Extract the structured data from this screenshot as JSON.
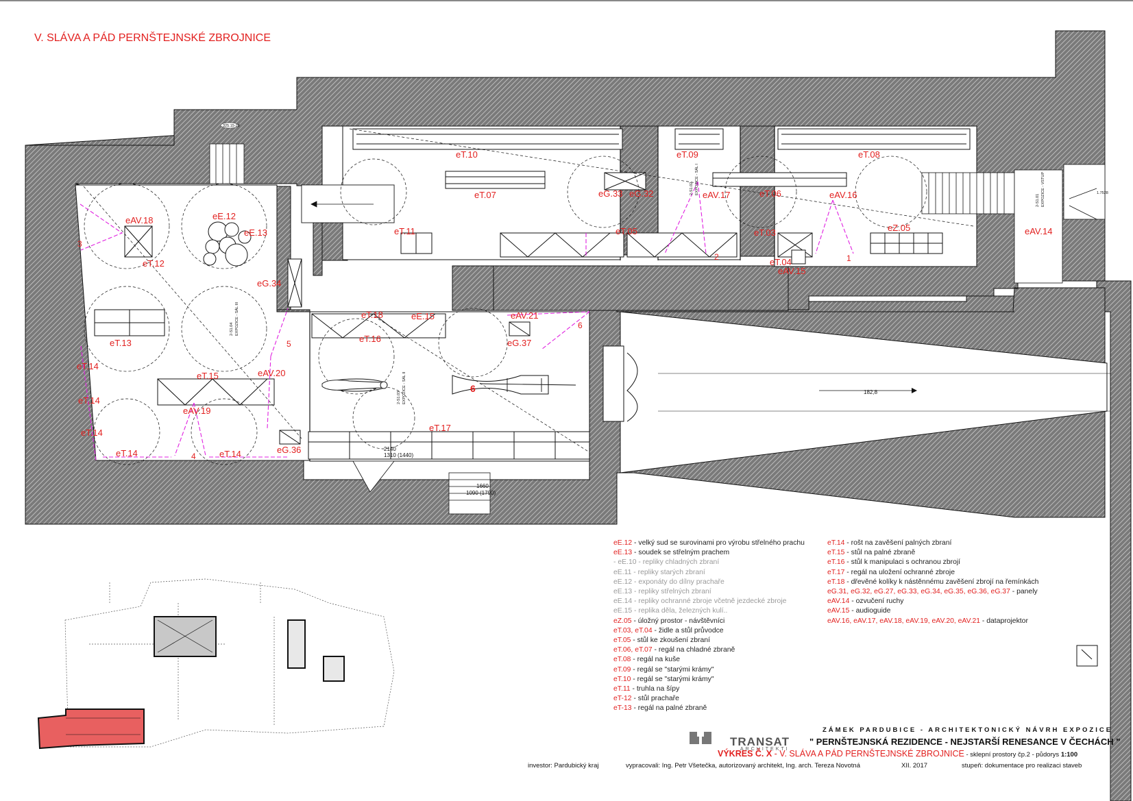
{
  "drawing_title": "V. SLÁVA A PÁD PERNŠTEJNSKÉ ZBROJNICE",
  "accent": "#e2201f",
  "wall_color": "#8a8a8a",
  "plan_labels": {
    "eT10": "eT.10",
    "eT09": "eT.09",
    "eT08": "eT.08",
    "eT07": "eT.07",
    "eG33": "eG.33",
    "eG32": "eG.32",
    "eAV17": "eAV.17",
    "eT06": "eT.06",
    "eAV16": "eAV.16",
    "eAV18": "eAV.18",
    "eE12": "eE.12",
    "eE13": "eE.13",
    "eT12": "eT.12",
    "eT11": "eT.11",
    "eT05": "eT.05",
    "eT03": "eT.03",
    "eZ05": "eZ.05",
    "eT04": "eT.04",
    "eAV15": "eAV.15",
    "eAV14": "eAV.14",
    "eG34": "eG.34",
    "eT18": "eT.18",
    "eE15": "eE.15",
    "eAV21": "eAV.21",
    "eT16": "eT.16",
    "eG37": "eG.37",
    "eT13": "eT.13",
    "eT14": "eT.14",
    "eT15": "eT.15",
    "eAV20": "eAV.20",
    "eAV19": "eAV.19",
    "eT17": "eT.17",
    "eG36": "eG.36",
    "n1": "1",
    "n2": "2",
    "n3": "3",
    "n4": "4",
    "n5": "5",
    "n6": "6",
    "n6b": "6"
  },
  "room_tags": {
    "sal1_code": "2-S1.02",
    "sal1_name": "EXPOZICE - SÁL I",
    "sal2_code": "2-S1.03",
    "sal2_name": "EXPOZICE - SÁL II",
    "sal3_code": "2-S1.04",
    "sal3_name": "EXPOZICE - SÁL III",
    "vstup_code": "2-S1.01",
    "vstup_name": "EXPOZICE - VSTUP",
    "tag_top": "325.15-20",
    "tag_right": "1.7528"
  },
  "dimensions": {
    "d1": "2140",
    "d2": "1310 (1440)",
    "d3": "1660",
    "d4": "1090 (1790)",
    "d5": "182,8"
  },
  "legend_left": [
    {
      "code": "eE.12",
      "desc": " - velký sud se surovinami pro výrobu střelného prachu",
      "muted": false
    },
    {
      "code": "eE.13",
      "desc": " - soudek se střelným prachem",
      "muted": false
    },
    {
      "code": " - eE.10",
      "desc": " - repliky chladných zbraní",
      "muted": true
    },
    {
      "code": "eE.11",
      "desc": " - repliky starých zbraní",
      "muted": true
    },
    {
      "code": "eE.12",
      "desc": " - exponáty do dílny prachaře",
      "muted": true
    },
    {
      "code": "eE.13",
      "desc": " - repliky střelných zbraní",
      "muted": true
    },
    {
      "code": "eE.14",
      "desc": " - repliky ochranné zbroje včetně jezdecké zbroje",
      "muted": true
    },
    {
      "code": "eE.15",
      "desc": " - replika děla, železných kulí..",
      "muted": true
    },
    {
      "code": "eZ.05",
      "desc": " - úložný prostor - návštěvníci",
      "muted": false
    },
    {
      "code": "eT.03, eT.04",
      "desc": " - židle a  stůl průvodce",
      "muted": false
    },
    {
      "code": "eT.05",
      "desc": " - stůl ke zkoušení zbraní",
      "muted": false
    },
    {
      "code": "eT.06, eT.07",
      "desc": " - regál na chladné zbraně",
      "muted": false
    },
    {
      "code": "eT.08",
      "desc": " - regál na kuše",
      "muted": false
    },
    {
      "code": "eT.09",
      "desc": " - regál se \"starými krámy\"",
      "muted": false
    },
    {
      "code": "eT.10",
      "desc": " - regál se \"starými krámy\"",
      "muted": false
    },
    {
      "code": "eT.11",
      "desc": " - truhla na šípy",
      "muted": false
    },
    {
      "code": "eT-12",
      "desc": " - stůl prachaře",
      "muted": false
    },
    {
      "code": "eT-13",
      "desc": " - regál na palné zbraně",
      "muted": false
    }
  ],
  "legend_right": [
    {
      "code": "eT.14",
      "desc": " -  rošt na zavěšení palných zbraní"
    },
    {
      "code": "eT.15",
      "desc": " - stůl na palné zbraně"
    },
    {
      "code": "eT.16",
      "desc": " - stůl k manipulaci s ochranou zbrojí"
    },
    {
      "code": "eT.17",
      "desc": " - regál na uložení ochranné zbroje"
    },
    {
      "code": "eT.18",
      "desc": " - dřevěné kolíky k nástěnnému zavěšení zbrojí na řemínkách"
    },
    {
      "code": "eG.31, eG.32, eG.27, eG.33, eG.34, eG.35, eG.36, eG.37",
      "desc": " - panely"
    },
    {
      "code": "eAV.14",
      "desc": " - ozvučení ruchy"
    },
    {
      "code": "eAV.15",
      "desc": " - audioguide"
    },
    {
      "code": "eAV.16, eAV.17, eAV.18, eAV.19, eAV.20, eAV.21",
      "desc": " - dataprojektor"
    }
  ],
  "title_block": {
    "brand": "TRANSAT",
    "brand_sub": "ARCHITEKTI",
    "project": "ZÁMEK PARDUBICE - ARCHITEKTONICKÝ NÁVRH EXPOZICE",
    "subtitle": "\" PERNŠTEJNSKÁ REZIDENCE - NEJSTARŠÍ RENESANCE V ČECHÁCH \"",
    "drawing_no": "VÝKRES Č. X",
    "drawing_name": " - V. SLÁVA A PÁD PERNŠTEJNSKÉ ZBROJNICE",
    "drawing_sub": " - sklepní prostory čp.2 - půdorys ",
    "scale": "1:100",
    "investor": "investor: Pardubický kraj",
    "author": "vypracovali:  Ing. Petr Všetečka, autorizovaný architekt, Ing. arch. Tereza Novotná",
    "date": "XII. 2017",
    "stage": "stupeň: dokumentace pro realizaci staveb"
  }
}
